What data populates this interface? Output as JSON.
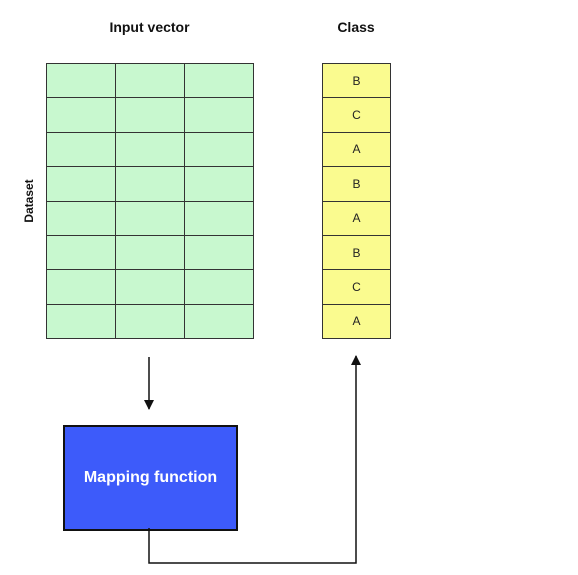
{
  "headings": {
    "input_vector": "Input vector",
    "class": "Class",
    "dataset": "Dataset"
  },
  "input_grid": {
    "rows": 8,
    "columns": 3
  },
  "classes": [
    "B",
    "C",
    "A",
    "B",
    "A",
    "B",
    "C",
    "A"
  ],
  "mapping_function": {
    "label": "Mapping function"
  },
  "colors": {
    "input_cell": "#c8f8cf",
    "class_cell": "#fafb8f",
    "mapping_box": "#3d5bfa",
    "lines": "#111111"
  }
}
